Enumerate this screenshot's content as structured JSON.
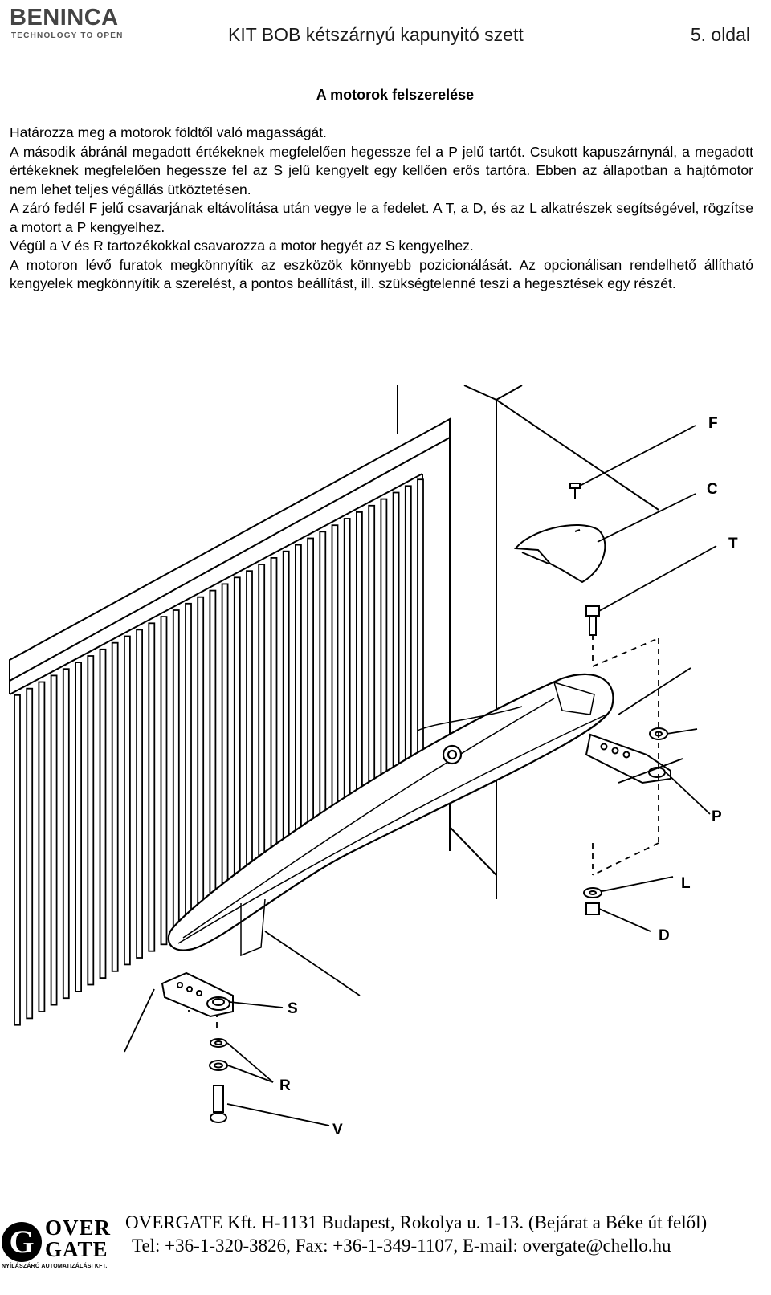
{
  "header": {
    "logo_main": "BENINCA",
    "logo_sub": "TECHNOLOGY TO OPEN",
    "title": "KIT BOB kétszárnyú kapunyitó szett",
    "page": "5. oldal"
  },
  "section_title": "A motorok felszerelése",
  "paragraphs": [
    "Határozza meg a motorok földtől való magasságát.",
    "A második ábránál megadott értékeknek megfelelően hegessze fel a P jelű tartót. Csukott kapuszárnynál, a megadott értékeknek megfelelően hegessze fel az S jelű kengyelt egy kellően erős tartóra. Ebben az állapotban a hajtómotor nem lehet teljes végállás ütköztetésen.",
    "A záró fedél F jelű csavarjának eltávolítása után vegye le a fedelet. A T, a D, és az L alkatrészek segítségével, rögzítse a motort a P kengyelhez.",
    "Végül a V és R tartozékokkal csavarozza a motor hegyét az S kengyelhez.",
    "A motoron lévő furatok megkönnyítik az eszközök könnyebb pozicionálását. Az opcionálisan rendelhető állítható kengyelek megkönnyítik a szerelést, a pontos beállítást, ill. szükségtelenné teszi a hegesztések egy részét."
  ],
  "figure": {
    "labels": {
      "F": "F",
      "C": "C",
      "T": "T",
      "P": "P",
      "L": "L",
      "D": "D",
      "S": "S",
      "R": "R",
      "V": "V"
    }
  },
  "footer": {
    "logo_over": "OVER",
    "logo_gate": "GATE",
    "logo_g": "G",
    "logo_tag": "NYÍLÁSZÁRÓ AUTOMATIZÁLÁSI KFT.",
    "line1": "OVERGATE Kft. H-1131 Budapest, Rokolya u. 1-13. (Bejárat a Béke út felől)",
    "line2": "Tel: +36-1-320-3826, Fax: +36-1-349-1107, E-mail: overgate@chello.hu"
  }
}
